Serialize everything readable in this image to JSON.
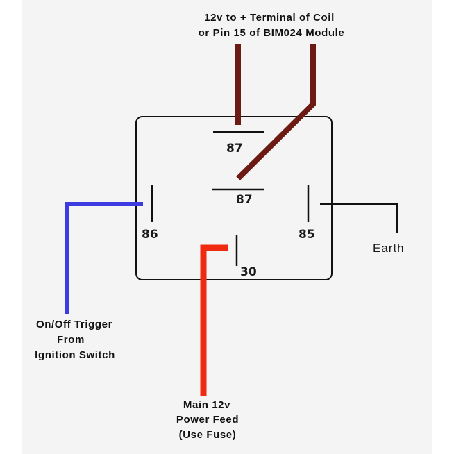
{
  "diagram": {
    "title": "Automotive relay wiring diagram",
    "relay": {
      "pins": [
        {
          "id": "87-top",
          "label": "87"
        },
        {
          "id": "87-mid",
          "label": "87"
        },
        {
          "id": "86",
          "label": "86"
        },
        {
          "id": "85",
          "label": "85"
        },
        {
          "id": "30",
          "label": "30"
        }
      ]
    },
    "labels": {
      "coil_line1": "12v to + Terminal of Coil",
      "coil_line2": "or Pin 15 of BIM024 Module",
      "trigger_line1": "On/Off Trigger",
      "trigger_line2": "From",
      "trigger_line3": "Ignition Switch",
      "power_line1": "Main 12v",
      "power_line2": "Power Feed",
      "power_line3": "(Use Fuse)",
      "earth": "Earth"
    },
    "wires": [
      {
        "name": "coil-output-wire",
        "color": "#6b1a14",
        "from": "87",
        "to": "Terminal of Coil / Pin 15"
      },
      {
        "name": "switch-arm-wire",
        "color": "#6b1a14",
        "from": "30 contact arm",
        "to": "Terminal of Coil / Pin 15"
      },
      {
        "name": "trigger-wire",
        "color": "#3b3be0",
        "from": "86",
        "to": "Ignition Switch"
      },
      {
        "name": "power-feed-wire",
        "color": "#f02a10",
        "from": "30",
        "to": "Main 12v Power Feed"
      },
      {
        "name": "earth-wire",
        "color": "#111111",
        "from": "85",
        "to": "Earth"
      }
    ],
    "colors": {
      "background": "#f4f4f4",
      "outline": "#111111",
      "coil_wire": "#6b1a14",
      "trigger_wire": "#3b3be0",
      "power_wire": "#f02a10"
    }
  }
}
